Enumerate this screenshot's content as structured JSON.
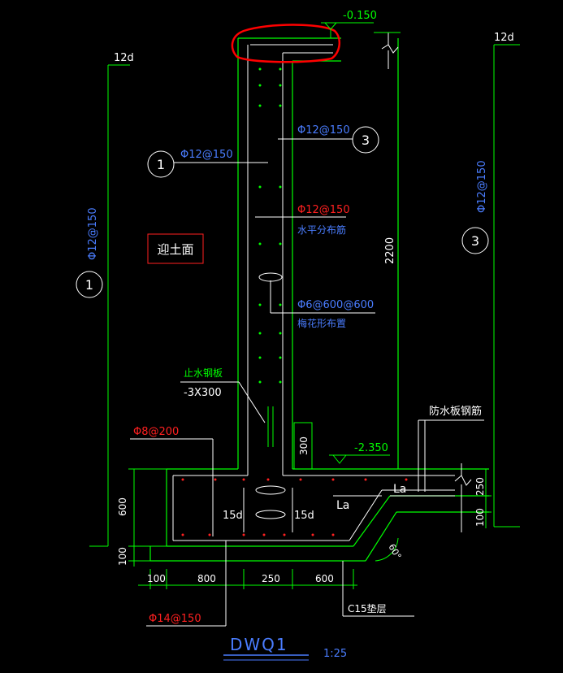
{
  "drawing": {
    "title": "DWQ1",
    "scale": "1:25",
    "elevations": {
      "top": "-0.150",
      "base": "-2.350"
    },
    "labels": {
      "soil_face": "迎土面",
      "horizontal_bars_spec": "Φ12@150",
      "horizontal_bars_desc": "水平分布筋",
      "tie_spec": "Φ6@600@600",
      "tie_desc": "梅花形布置",
      "waterstop_title": "止水钢板",
      "waterstop_spec": "-3X300",
      "stirrup_spec": "Φ8@200",
      "slab_bars_title": "防水板钢筋",
      "bottom_bar_spec": "Φ14@150",
      "cushion": "C15垫层"
    },
    "markers": {
      "left_outer": {
        "num": "1",
        "spec": "Φ12@150",
        "top": "12d"
      },
      "left_inner": {
        "num": "1",
        "spec": "Φ12@150"
      },
      "right_outer": {
        "num": "3",
        "spec": "Φ12@150",
        "top": "12d"
      },
      "right_inner": {
        "num": "3",
        "spec": "Φ12@150"
      }
    },
    "dimensions": {
      "height": "2200",
      "h300": "300",
      "h600": "600",
      "h100_left": "100",
      "h250": "250",
      "h100_right": "100",
      "w100": "100",
      "w800": "800",
      "w250": "250",
      "w600": "600",
      "anchor_left": "15d",
      "anchor_right": "15d",
      "la_top": "La",
      "la_bottom": "La",
      "angle": "60°"
    },
    "colors": {
      "wall": "#00ff00",
      "blue_text": "#4a7dff",
      "red_text": "#ff2020",
      "white": "#ffffff",
      "highlight": "#ff0000"
    }
  }
}
